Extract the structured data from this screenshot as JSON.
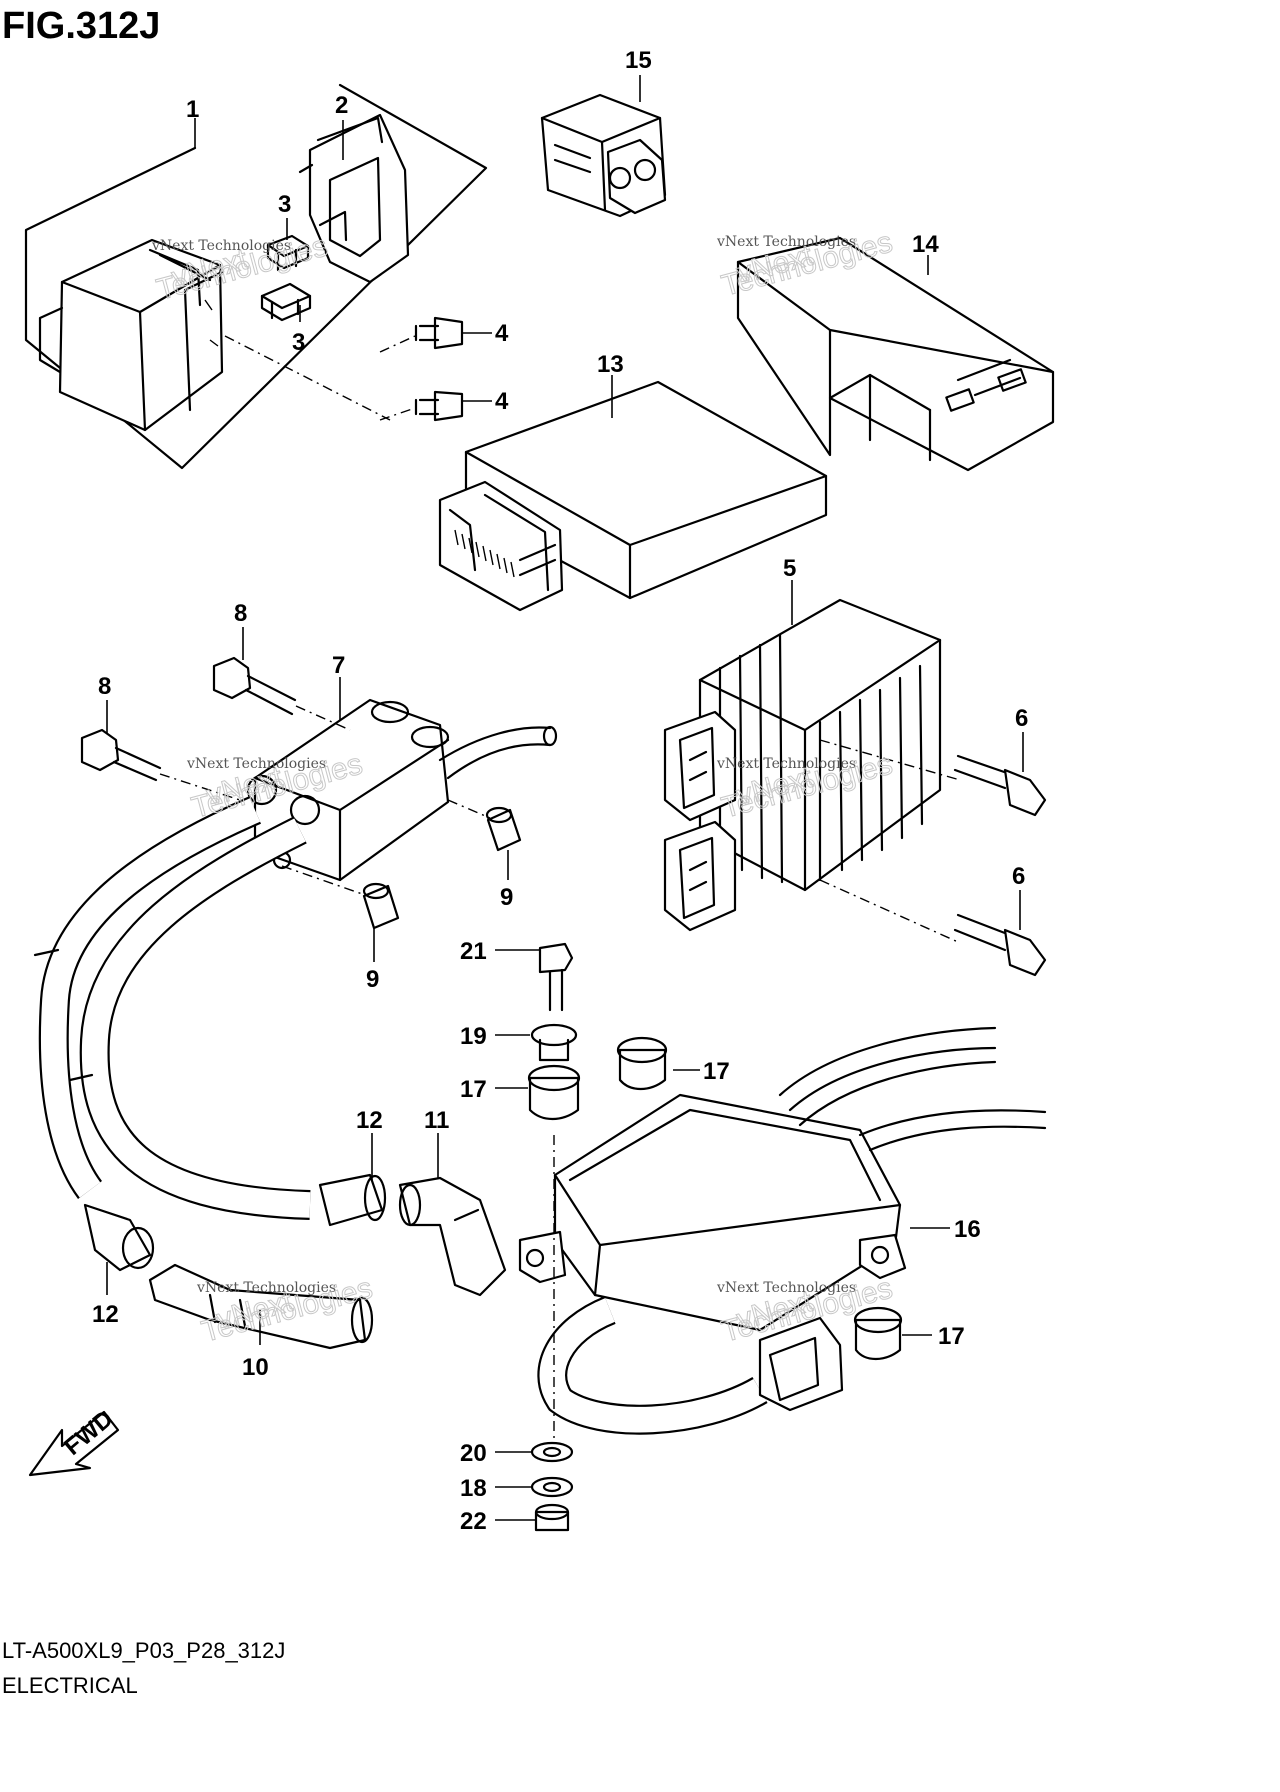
{
  "figure": {
    "title": "FIG.312J",
    "model_code": "LT-A500XL9_P03_P28_312J",
    "section": "ELECTRICAL"
  },
  "watermark": {
    "text": "vNext Technologies",
    "line1": "vNext",
    "line2": "Technologies"
  },
  "direction_arrow": {
    "label": "FWD"
  },
  "callouts": {
    "c1": "1",
    "c2": "2",
    "c3a": "3",
    "c3b": "3",
    "c4a": "4",
    "c4b": "4",
    "c5": "5",
    "c6a": "6",
    "c6b": "6",
    "c7": "7",
    "c8a": "8",
    "c8b": "8",
    "c9a": "9",
    "c9b": "9",
    "c10": "10",
    "c11": "11",
    "c12a": "12",
    "c12b": "12",
    "c13": "13",
    "c14": "14",
    "c15": "15",
    "c16": "16",
    "c17a": "17",
    "c17b": "17",
    "c17c": "17",
    "c18": "18",
    "c19": "19",
    "c20": "20",
    "c21": "21",
    "c22": "22"
  },
  "colors": {
    "line": "#000000",
    "background": "#ffffff",
    "watermark": "#c8c8c8"
  }
}
